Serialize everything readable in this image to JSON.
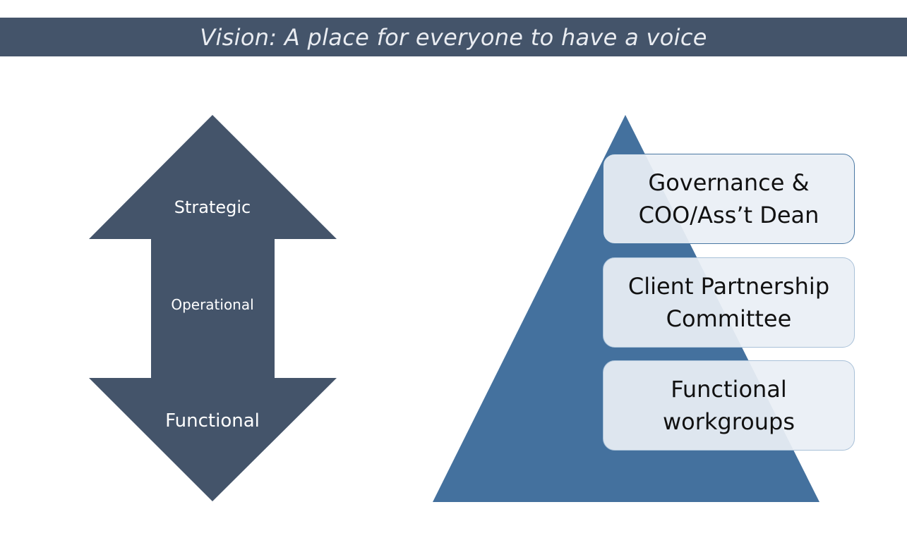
{
  "banner": {
    "title": "Vision: A place for everyone to have a voice"
  },
  "arrow": {
    "top_label": "Strategic",
    "middle_label": "Operational",
    "bottom_label": "Functional"
  },
  "pyramid": {
    "tiers": [
      {
        "label": "Governance &\nCOO/Ass’t Dean"
      },
      {
        "label": "Client Partnership\nCommittee"
      },
      {
        "label": "Functional\nworkgroups"
      }
    ]
  },
  "colors": {
    "banner": "#44546a",
    "arrow": "#44546a",
    "pyramid": "#44719e",
    "tier_fill": "#e9eff5",
    "tier_border": "#4a78a3"
  }
}
